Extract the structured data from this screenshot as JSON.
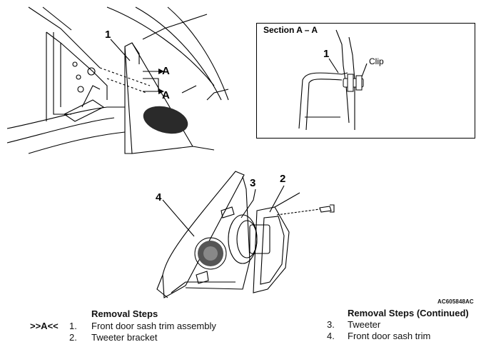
{
  "figure": {
    "top_left": {
      "callout": "1",
      "arrow_label_1": "A",
      "arrow_label_2": "A"
    },
    "section": {
      "title": "Section A – A",
      "callout": "1",
      "clip_label": "Clip"
    },
    "bottom": {
      "callout_2": "2",
      "callout_3": "3",
      "callout_4": "4"
    },
    "code": "AC605848AC"
  },
  "removal_left": {
    "title": "Removal Steps",
    "ref": ">>A<<",
    "items": [
      {
        "num": "1.",
        "text": "Front door sash trim assembly"
      },
      {
        "num": "2.",
        "text": "Tweeter bracket"
      }
    ]
  },
  "removal_right": {
    "title": "Removal Steps (Continued)",
    "items": [
      {
        "num": "3.",
        "text": "Tweeter"
      },
      {
        "num": "4.",
        "text": "Front door sash trim"
      }
    ]
  }
}
